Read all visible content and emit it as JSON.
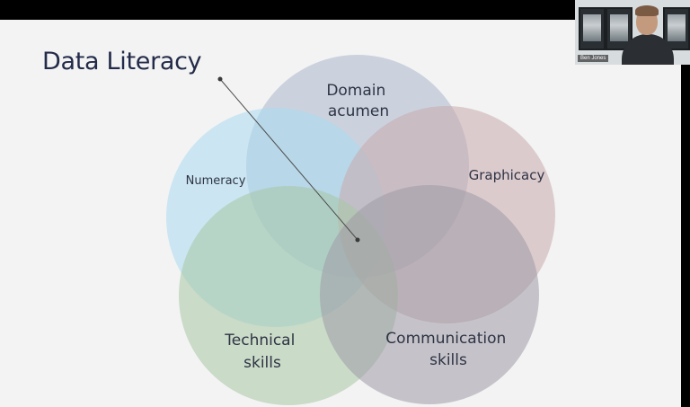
{
  "slide": {
    "title": "Data Literacy"
  },
  "venn": {
    "sets": [
      {
        "id": "domain",
        "lines": [
          "Domain",
          "acumen"
        ],
        "color": "#a9b6cc"
      },
      {
        "id": "numeracy",
        "lines": [
          "Numeracy"
        ],
        "color": "#a9daf0"
      },
      {
        "id": "graphicacy",
        "lines": [
          "Graphicacy"
        ],
        "color": "#c9a9ad"
      },
      {
        "id": "technical",
        "lines": [
          "Technical",
          "skills"
        ],
        "color": "#a8c7a4"
      },
      {
        "id": "communication",
        "lines": [
          "Communication",
          "skills"
        ],
        "color": "#9e9aa6"
      }
    ]
  },
  "video": {
    "name": "Ben Jones"
  }
}
